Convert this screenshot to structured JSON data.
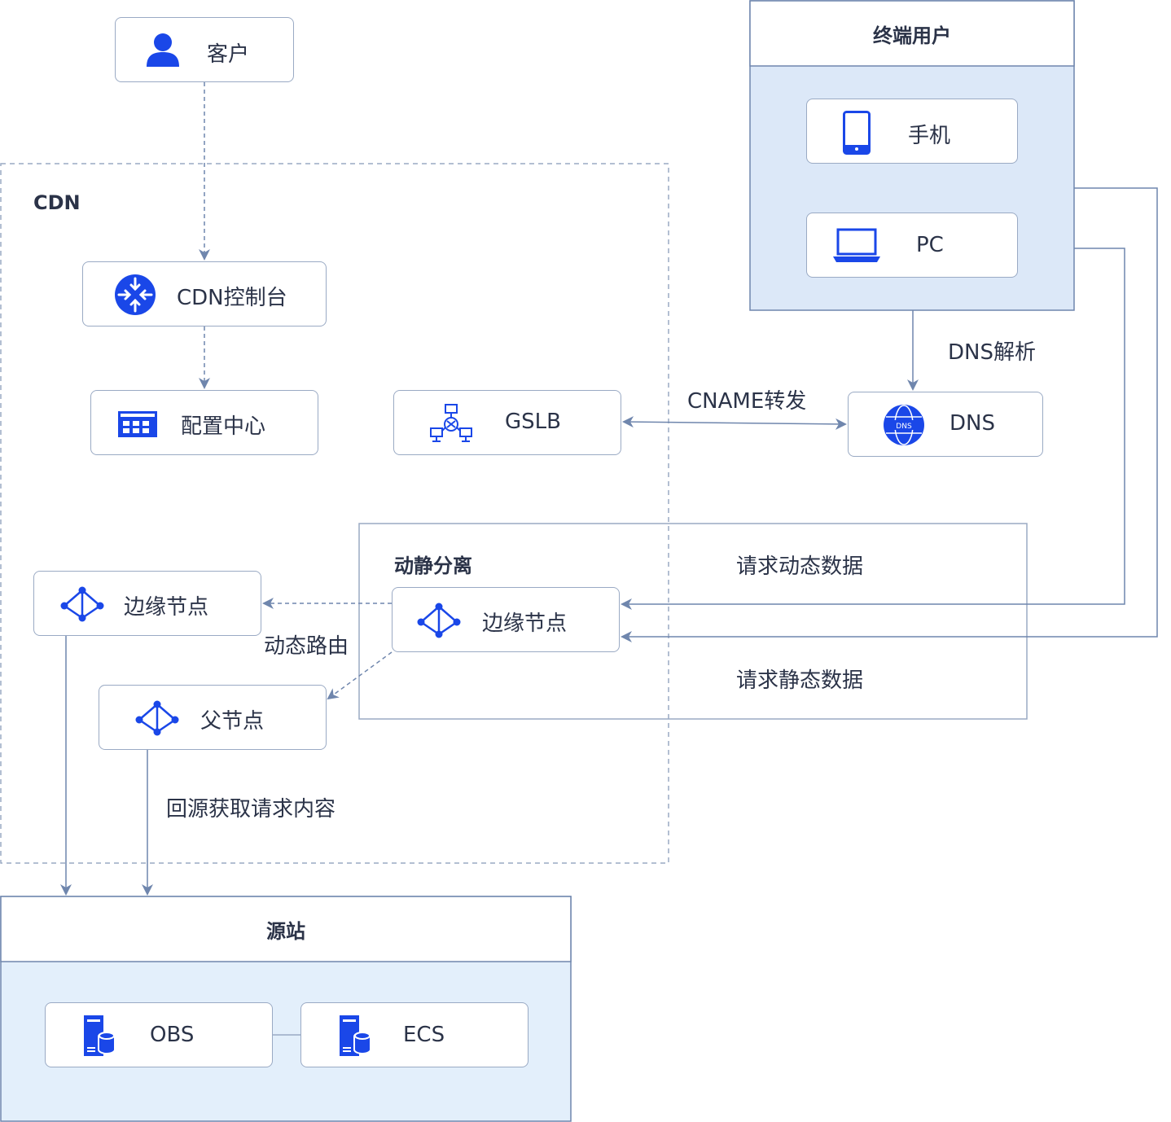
{
  "colors": {
    "accent": "#1a47e8",
    "line": "#6f86ad",
    "box_border": "#9aaac4",
    "panel_fill": "#dce8f8",
    "origin_fill": "#e3effb"
  },
  "nodes": {
    "customer": "客户",
    "cdn_console": "CDN控制台",
    "config_center": "配置中心",
    "gslb": "GSLB",
    "dns": "DNS",
    "phone": "手机",
    "pc": "PC",
    "edge_node_left": "边缘节点",
    "edge_node_center": "边缘节点",
    "parent_node": "父节点",
    "obs": "OBS",
    "ecs": "ECS"
  },
  "groups": {
    "cdn": "CDN",
    "end_users": "终端用户",
    "static_dynamic": "动静分离",
    "origin": "源站"
  },
  "edge_labels": {
    "dns_resolve": "DNS解析",
    "cname_forward": "CNAME转发",
    "request_dynamic": "请求动态数据",
    "request_static": "请求静态数据",
    "dynamic_routing": "动态路由",
    "back_to_origin": "回源获取请求内容"
  },
  "icons": {
    "customer": "user-icon",
    "cdn_console": "router-icon",
    "config_center": "dashboard-icon",
    "gslb": "network-icon",
    "dns": "globe-icon",
    "phone": "phone-icon",
    "pc": "laptop-icon",
    "edge_node": "node-icon",
    "parent_node": "node-icon",
    "obs": "server-db-icon",
    "ecs": "server-db-icon"
  }
}
